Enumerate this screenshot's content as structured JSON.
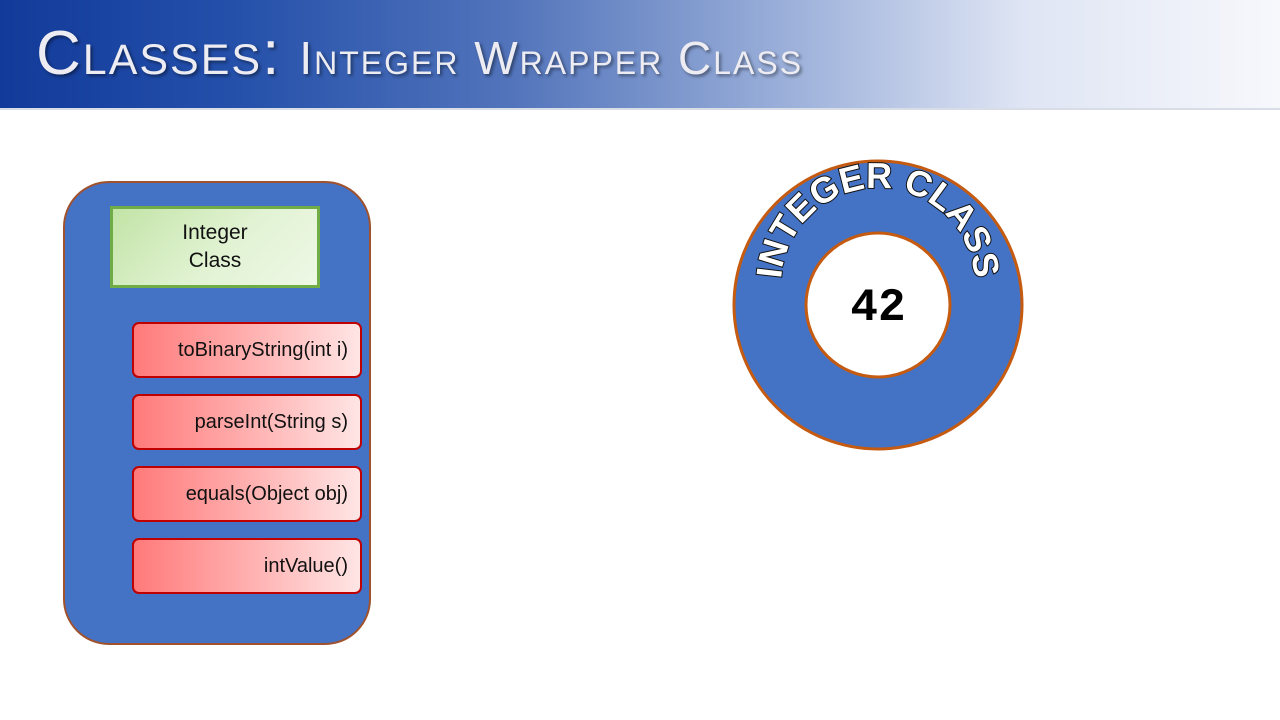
{
  "slide": {
    "title_main": "Classes:",
    "title_sub": "Integer Wrapper Class"
  },
  "class_box": {
    "header": "Integer\nClass",
    "methods": [
      "toBinaryString(int i)",
      "parseInt(String s)",
      "equals(Object obj)",
      "intValue()"
    ]
  },
  "integer_object": {
    "ring_label": "INTEGER CLASS",
    "value": "42"
  },
  "colors": {
    "panel_fill": "#4472c4",
    "panel_border": "#a0522d",
    "header_border": "#70ad47",
    "method_border": "#c00000",
    "ring_fill": "#4472c4",
    "ring_border": "#c55a11"
  }
}
